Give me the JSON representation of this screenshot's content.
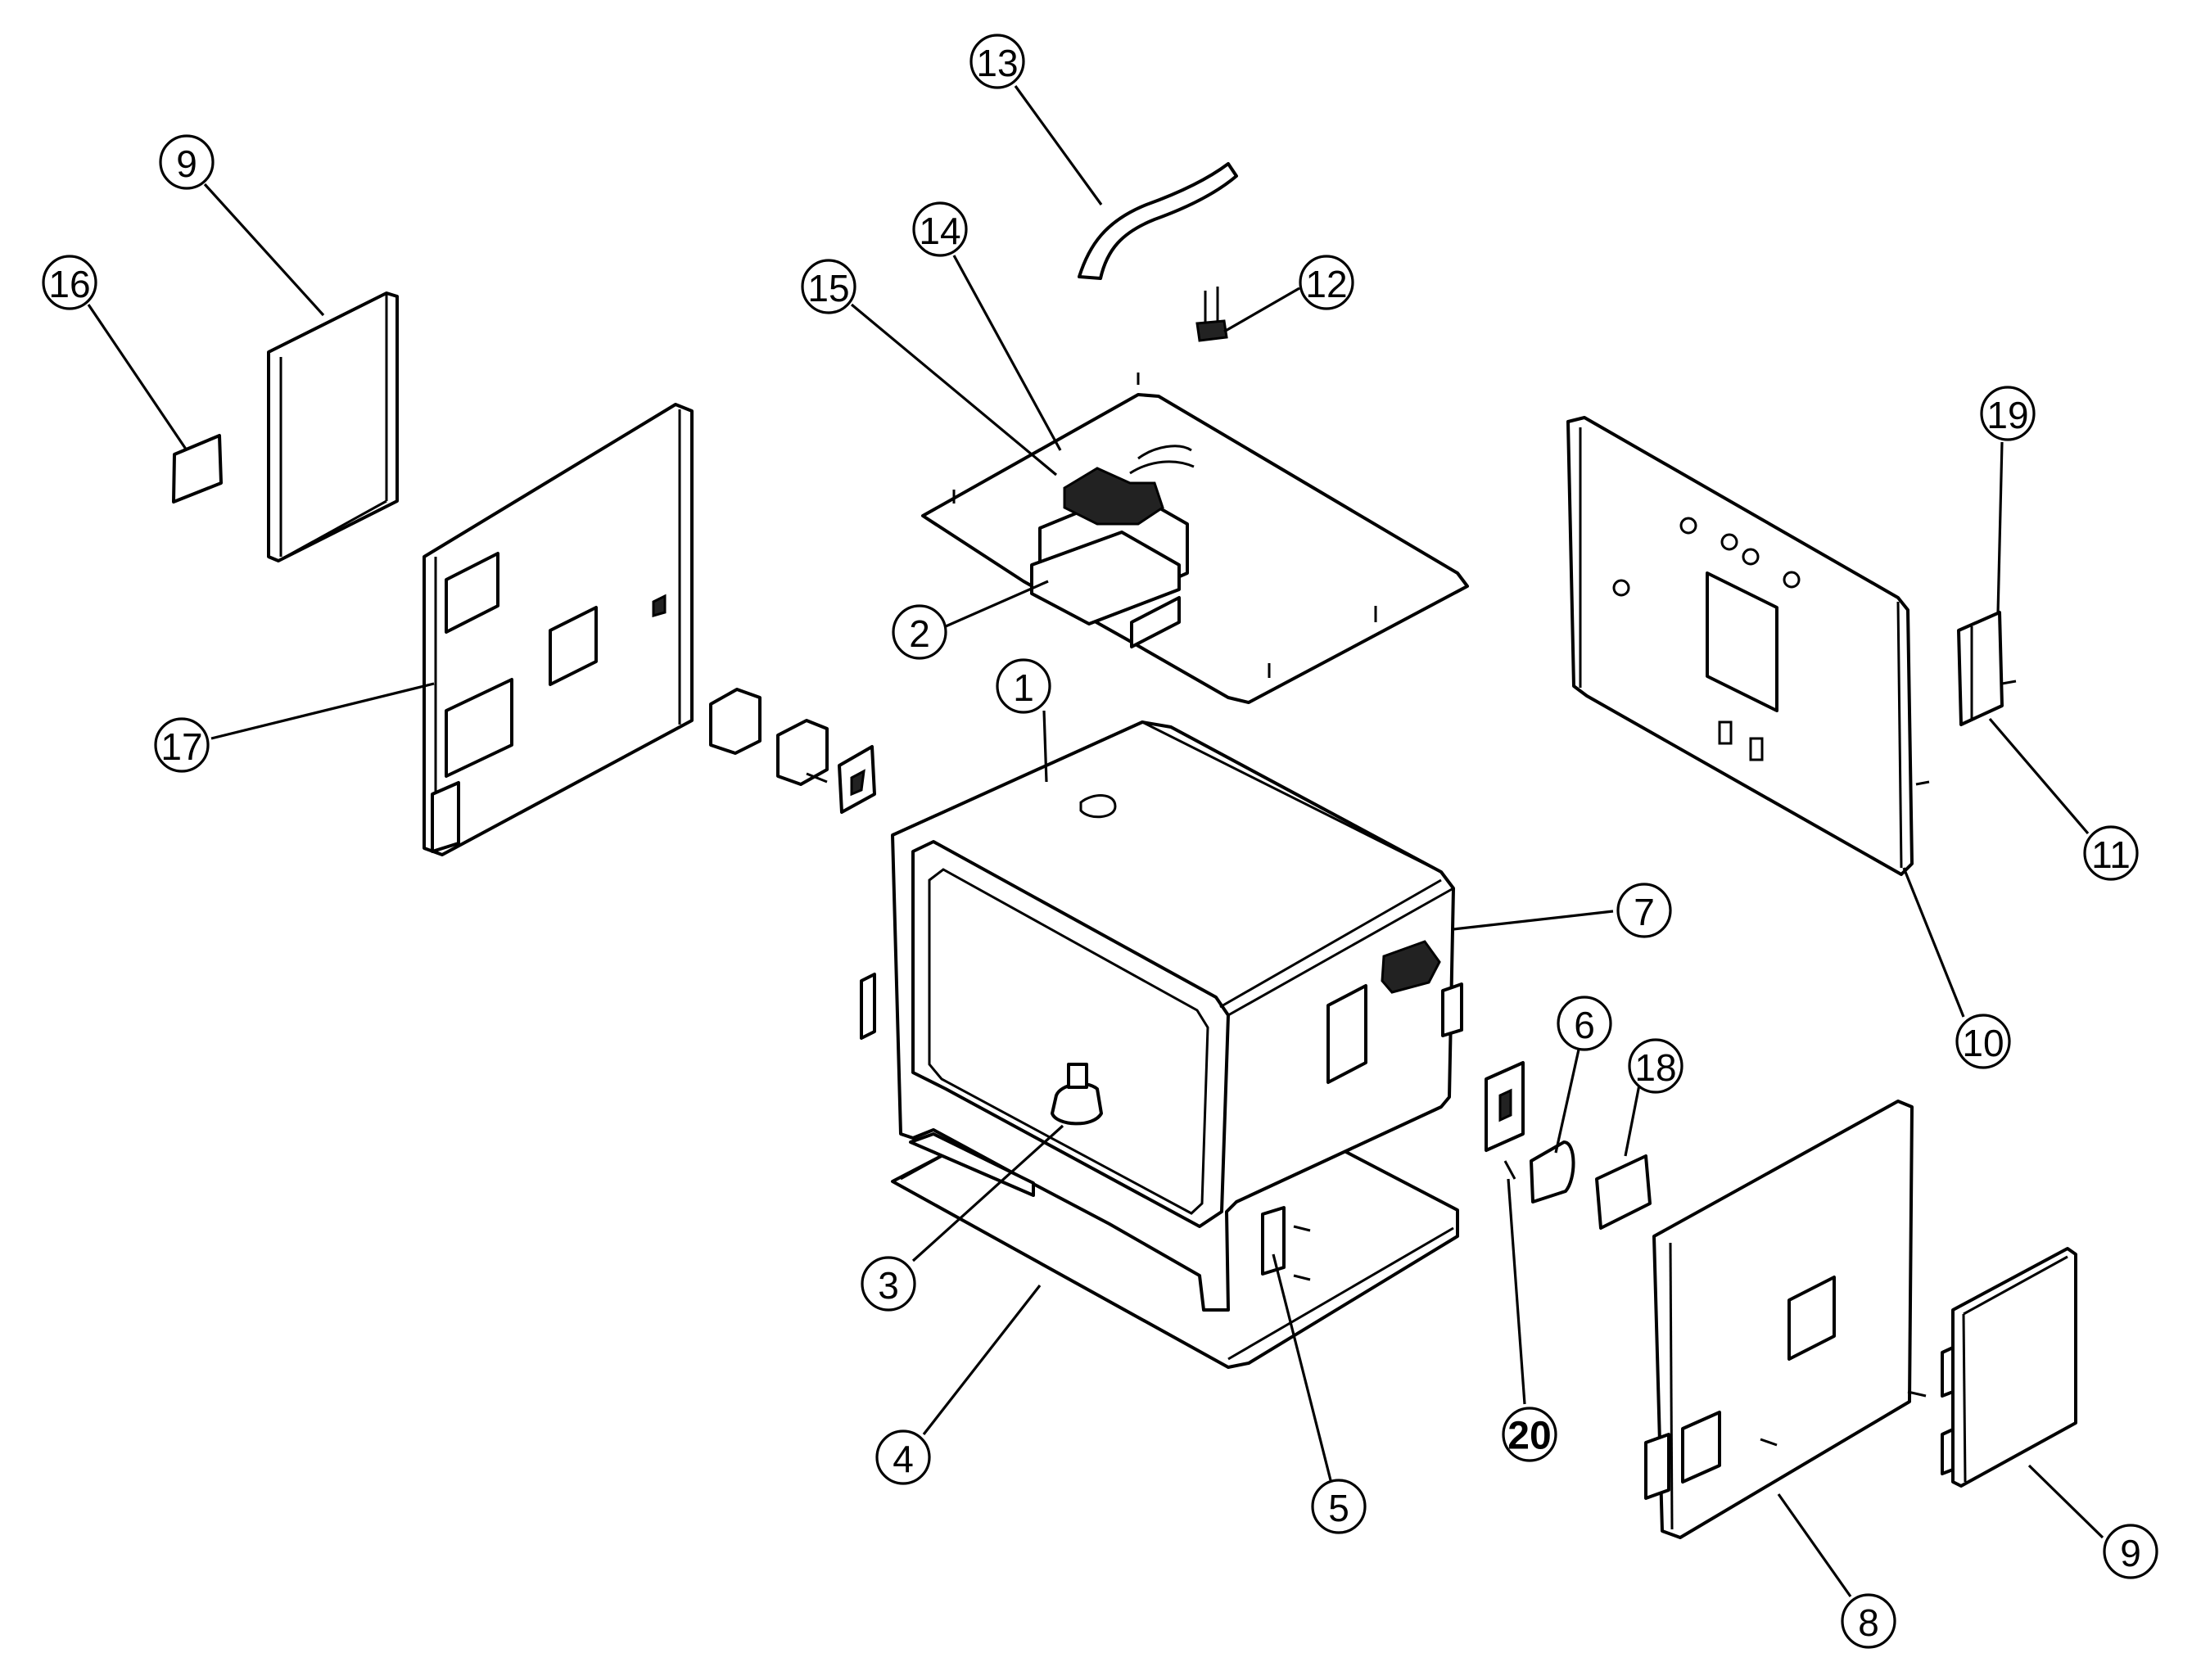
{
  "diagram": {
    "line_color": "#000000",
    "background": "#ffffff",
    "callouts": [
      {
        "label": "1"
      },
      {
        "label": "2"
      },
      {
        "label": "3"
      },
      {
        "label": "4"
      },
      {
        "label": "5"
      },
      {
        "label": "6"
      },
      {
        "label": "7"
      },
      {
        "label": "8"
      },
      {
        "label": "9"
      },
      {
        "label": "9"
      },
      {
        "label": "10"
      },
      {
        "label": "11"
      },
      {
        "label": "12"
      },
      {
        "label": "13"
      },
      {
        "label": "14"
      },
      {
        "label": "15"
      },
      {
        "label": "16"
      },
      {
        "label": "17"
      },
      {
        "label": "18"
      },
      {
        "label": "19"
      },
      {
        "label": "20"
      }
    ]
  }
}
